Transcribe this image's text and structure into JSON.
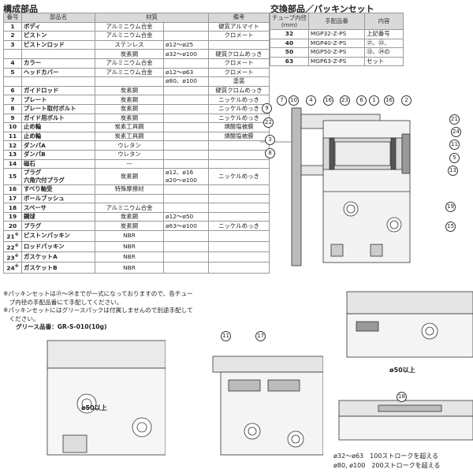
{
  "title_parts": "構成部品",
  "title_replace": "交換部品／パッキンセット",
  "parts_headers": [
    "番号",
    "部品名",
    "材質",
    "備考"
  ],
  "parts": [
    {
      "no": "1",
      "name": "ボディ",
      "material": "アルミニウム合金",
      "size": "",
      "note": "硬質アルマイト"
    },
    {
      "no": "2",
      "name": "ピストン",
      "material": "アルミニウム合金",
      "size": "",
      "note": "クロメート"
    },
    {
      "no": "3",
      "name": "ピストンロッド",
      "material": "ステンレス",
      "size": "ø12〜ø25",
      "note": ""
    },
    {
      "no": "",
      "name": "",
      "material": "炭素鋼",
      "size": "ø32〜ø100",
      "note": "硬質クロムめっき"
    },
    {
      "no": "4",
      "name": "カラー",
      "material": "アルミニウム合金",
      "size": "",
      "note": "クロメート"
    },
    {
      "no": "5",
      "name": "ヘッドカバー",
      "material": "アルミニウム合金",
      "size": "ø12〜ø63",
      "note": "クロメート"
    },
    {
      "no": "",
      "name": "",
      "material": "",
      "size": "ø80、ø100",
      "note": "塗装"
    },
    {
      "no": "6",
      "name": "ガイドロッド",
      "material": "炭素鋼",
      "size": "",
      "note": "硬質クロムめっき"
    },
    {
      "no": "7",
      "name": "プレート",
      "material": "炭素鋼",
      "size": "",
      "note": "ニッケルめっき"
    },
    {
      "no": "8",
      "name": "プレート取付ボルト",
      "material": "炭素鋼",
      "size": "",
      "note": "ニッケルめっき"
    },
    {
      "no": "9",
      "name": "ガイド用ボルト",
      "material": "炭素鋼",
      "size": "",
      "note": "ニッケルめっき"
    },
    {
      "no": "10",
      "name": "止め輪",
      "material": "炭素工具鋼",
      "size": "",
      "note": "燐酸塩被膜"
    },
    {
      "no": "11",
      "name": "止め輪",
      "material": "炭素工具鋼",
      "size": "",
      "note": "燐酸塩被膜"
    },
    {
      "no": "12",
      "name": "ダンパA",
      "material": "ウレタン",
      "size": "",
      "note": ""
    },
    {
      "no": "13",
      "name": "ダンパB",
      "material": "ウレタン",
      "size": "",
      "note": ""
    },
    {
      "no": "14",
      "name": "磁石",
      "material": "—",
      "size": "",
      "note": ""
    },
    {
      "no": "15",
      "name": "プラグ",
      "name2": "六角穴付プラグ",
      "material": "炭素鋼",
      "size": "ø12、ø16",
      "size2": "ø20〜ø100",
      "note": "ニッケルめっき"
    },
    {
      "no": "16",
      "name": "すべり軸受",
      "material": "特殊摩擦材",
      "size": "",
      "note": ""
    },
    {
      "no": "17",
      "name": "ボールブッシュ",
      "material": "",
      "size": "",
      "note": ""
    },
    {
      "no": "18",
      "name": "スペーサ",
      "material": "アルミニウム合金",
      "size": "",
      "note": ""
    },
    {
      "no": "19",
      "name": "鋼球",
      "material": "炭素鋼",
      "size": "ø12〜ø50",
      "note": ""
    },
    {
      "no": "20",
      "name": "プラグ",
      "material": "炭素鋼",
      "size": "ø63〜ø100",
      "note": "ニッケルめっき"
    },
    {
      "no": "21",
      "name": "ピストンパッキン",
      "material": "NBR",
      "size": "",
      "note": ""
    },
    {
      "no": "22",
      "name": "ロッドパッキン",
      "material": "NBR",
      "size": "",
      "note": ""
    },
    {
      "no": "23",
      "name": "ガスケットA",
      "material": "NBR",
      "size": "",
      "note": ""
    },
    {
      "no": "24",
      "name": "ガスケットB",
      "material": "NBR",
      "size": "",
      "note": ""
    }
  ],
  "note_mark": "※",
  "replace_headers": [
    "チューブ内径",
    "(mm)",
    "手配品番",
    "内容"
  ],
  "replace": [
    {
      "bore": "32",
      "code": "MGP32-Z-PS",
      "content": "上記番号"
    },
    {
      "bore": "40",
      "code": "MGP40-Z-PS",
      "content": "㉑、㉒、"
    },
    {
      "bore": "50",
      "code": "MGP50-Z-PS",
      "content": "㉓、㉔の"
    },
    {
      "bore": "63",
      "code": "MGP63-Z-PS",
      "content": "セット"
    }
  ],
  "notes": [
    "※パッキンセットは㉑〜㉔までが一式になっておりますので、各チュー",
    "　ブ内径の手配品番にて手配してください。",
    "※パッキンセットにはグリースパックは付属しませんので別途手配して",
    "　ください。"
  ],
  "grease": "グリース品番：GR-S-010(10g)",
  "captions": {
    "right_mid": "ø50以上",
    "bottom_left": "ø50以上",
    "bottom_right_1": "ø32〜ø63　100ストロークを超える",
    "bottom_right_2": "ø80, ø100　200ストロークを超える"
  },
  "callouts": {
    "top_row": [
      "7",
      "10",
      "4",
      "16",
      "23",
      "6",
      "1",
      "16",
      "2",
      "22"
    ],
    "left": [
      "9",
      "22",
      "3",
      "8"
    ],
    "right": [
      "21",
      "24",
      "11",
      "5",
      "13",
      "19",
      "15"
    ],
    "detail_left": [
      "11",
      "17"
    ],
    "detail_right": [
      "18"
    ]
  }
}
